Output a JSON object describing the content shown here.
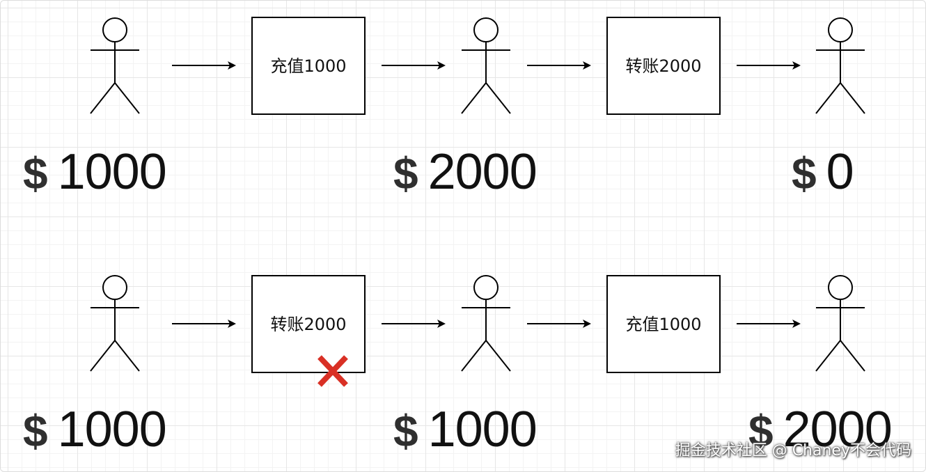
{
  "rows": [
    {
      "step1_label": "充值1000",
      "step2_label": "转账2000",
      "balances": [
        "1000",
        "2000",
        "0"
      ],
      "failed_step": null
    },
    {
      "step1_label": "转账2000",
      "step2_label": "充值1000",
      "balances": [
        "1000",
        "1000",
        "2000"
      ],
      "failed_step": "step1"
    }
  ],
  "currency_symbol": "$",
  "failure_mark_color": "#d93025",
  "failure_mark_icon": "x-mark-icon",
  "watermark": "掘金技术社区 @ Chaney不会代码"
}
